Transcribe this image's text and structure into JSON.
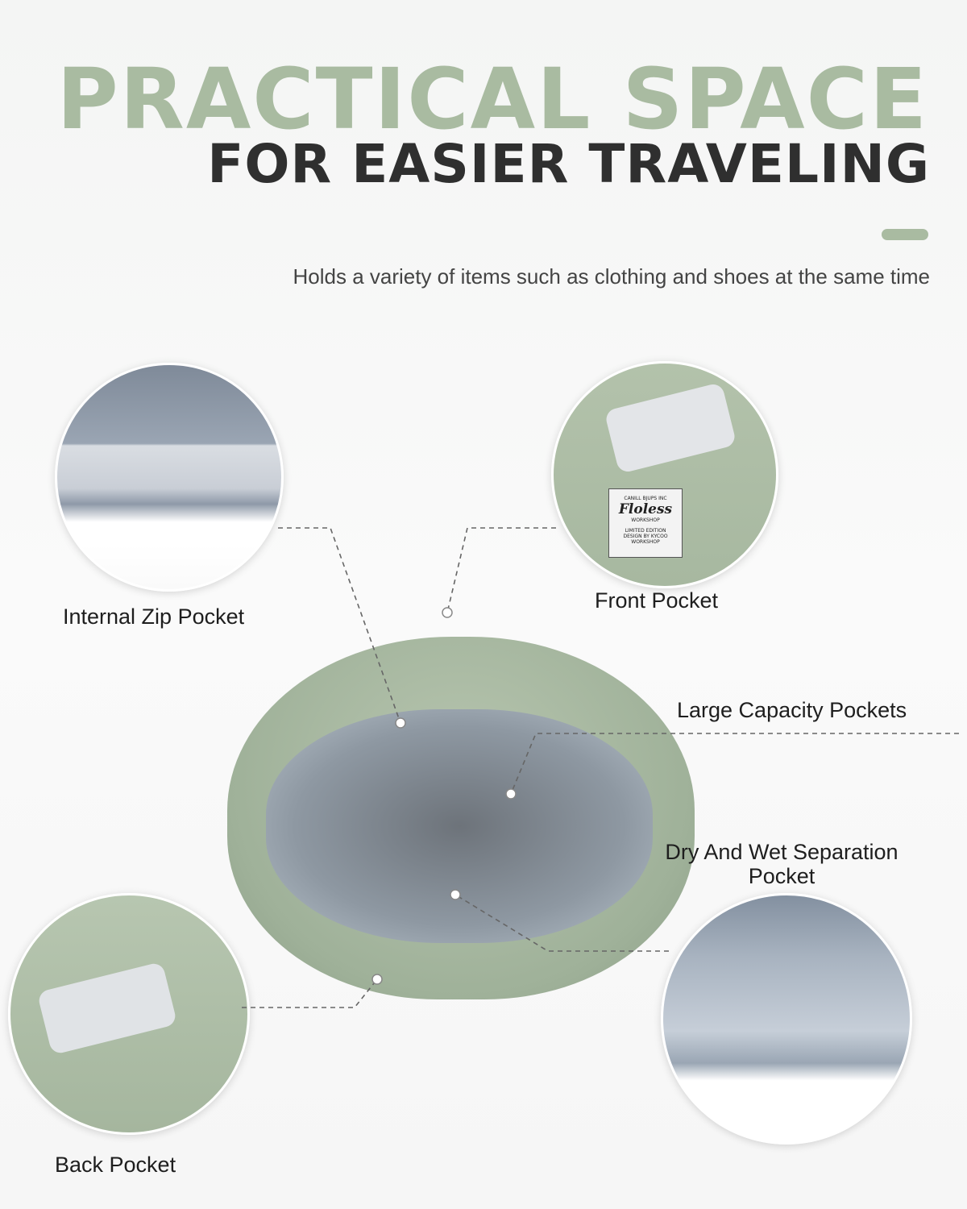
{
  "header": {
    "title": "PRACTICAL SPACE",
    "subtitle": "FOR EASIER TRAVELING",
    "description": "Holds a variety of items such as clothing and shoes at the same time"
  },
  "labels": {
    "internal_zip": "Internal Zip Pocket",
    "front": "Front Pocket",
    "large_capacity": "Large Capacity Pockets",
    "back": "Back Pocket",
    "dry_wet": "Dry And Wet Separation Pocket"
  },
  "brand_tag": {
    "top": "CANILL BJUPS INC",
    "brand": "Floless",
    "sub": "WORKSHOP",
    "edition": "LIMITED EDITION",
    "design": "DESIGN BY KYCOO WORKSHOP"
  },
  "colors": {
    "accent": "#a9bba1",
    "dark": "#2f2f2f"
  }
}
